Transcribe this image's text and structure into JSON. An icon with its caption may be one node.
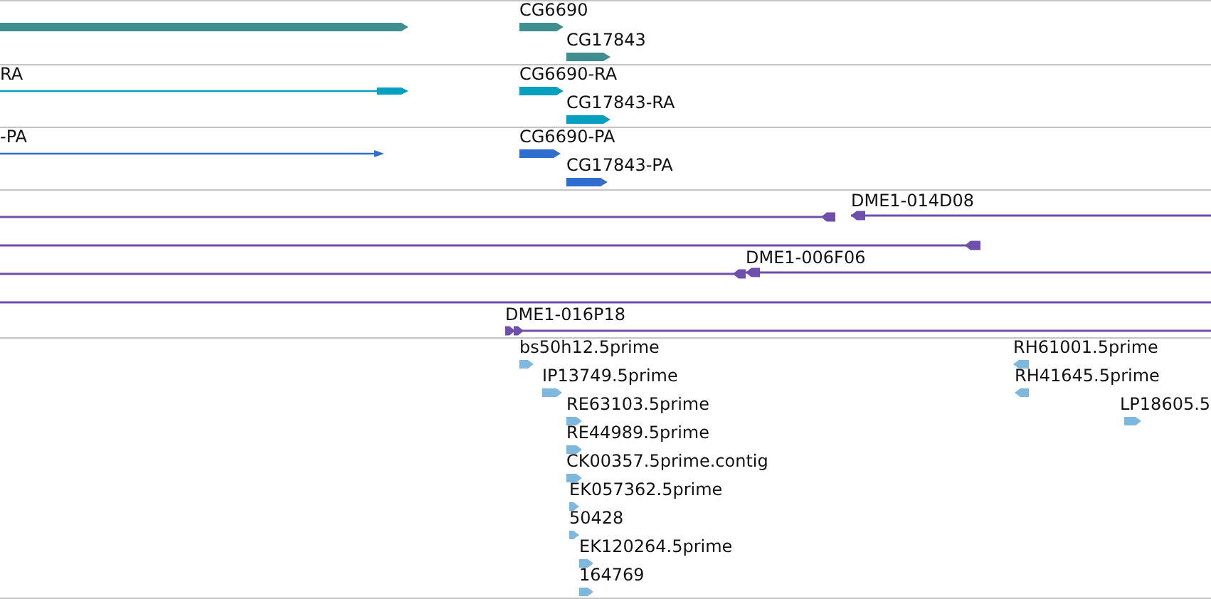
{
  "diagram": {
    "nodes": [
      {
        "text": [],
        "shape": "bar"
      },
      {
        "text": [
          "CG6690"
        ]
      },
      {
        "text": [
          "CG17843"
        ]
      },
      {
        "text": [
          "RA"
        ]
      },
      {
        "text": [
          "CG6690-RA"
        ]
      },
      {
        "text": [
          "CG17843-RA"
        ]
      },
      {
        "text": [
          "-PA"
        ]
      },
      {
        "text": [
          "CG6690-PA"
        ]
      },
      {
        "text": [
          "CG17843-PA"
        ]
      },
      {
        "text": [],
        "shape": "line"
      },
      {
        "text": [
          "DME1-014D08"
        ]
      },
      {
        "text": [],
        "shape": "line"
      },
      {
        "text": [],
        "shape": "line"
      },
      {
        "text": [
          "DME1-006F06"
        ]
      },
      {
        "text": [],
        "shape": "line"
      },
      {
        "text": [
          "DME1-016P18"
        ]
      },
      {
        "text": [
          "bs50h12.5prime"
        ]
      },
      {
        "text": [
          "RH61001.5prime"
        ]
      },
      {
        "text": [
          "IP13749.5prime"
        ]
      },
      {
        "text": [
          "RH41645.5prime"
        ]
      },
      {
        "text": [
          "RE63103.5prime"
        ]
      },
      {
        "text": [
          "LP18605.5"
        ]
      },
      {
        "text": [
          "RE44989.5prime"
        ]
      },
      {
        "text": [
          "CK00357.5prime.contig"
        ]
      },
      {
        "text": [
          "EK057362.5prime"
        ]
      },
      {
        "text": [
          "50428"
        ]
      },
      {
        "text": [
          "EK120264.5prime"
        ]
      },
      {
        "text": [
          "164769"
        ]
      }
    ]
  }
}
